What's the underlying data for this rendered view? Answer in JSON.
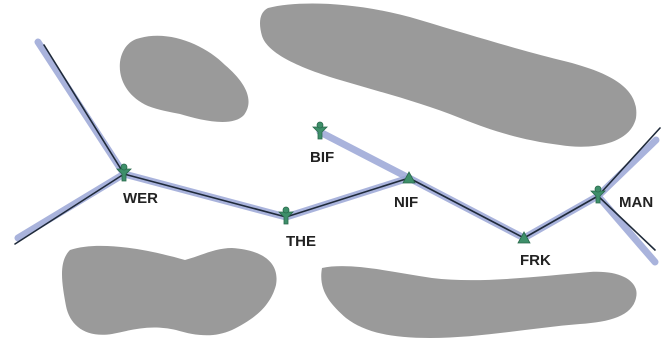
{
  "diagram": {
    "colors": {
      "background": "#ffffff",
      "obstacle": "#9a9a9a",
      "route_highlight": "#9aa6d6",
      "route_line": "#1f2a3a",
      "node_marker": "#3e8f6a",
      "label": "#222222"
    },
    "nodes": [
      {
        "id": "WER",
        "label": "WER",
        "marker": "antenna-icon"
      },
      {
        "id": "THE",
        "label": "THE",
        "marker": "antenna-icon"
      },
      {
        "id": "NIF",
        "label": "NIF",
        "marker": "triangle-icon"
      },
      {
        "id": "BIF",
        "label": "BIF",
        "marker": "antenna-icon"
      },
      {
        "id": "FRK",
        "label": "FRK",
        "marker": "triangle-icon"
      },
      {
        "id": "MAN",
        "label": "MAN",
        "marker": "antenna-icon"
      }
    ]
  }
}
